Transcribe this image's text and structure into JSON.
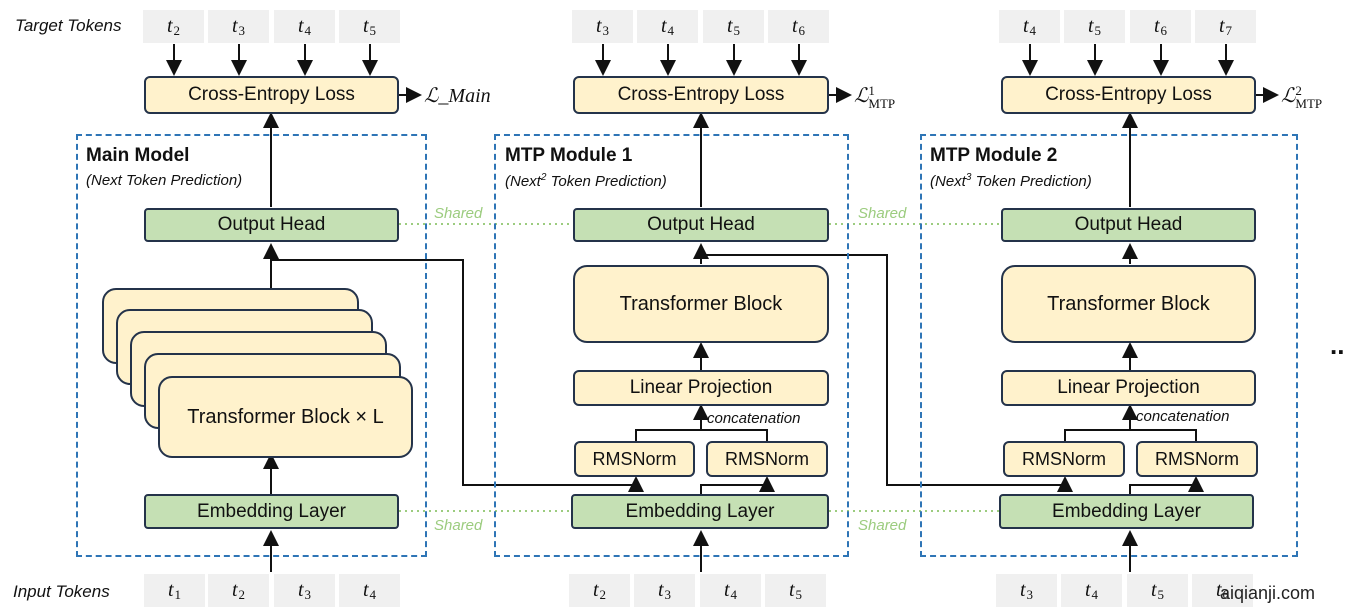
{
  "labels": {
    "target": "Target Tokens",
    "input": "Input Tokens"
  },
  "target_tokens": [
    [
      "2",
      "3",
      "4",
      "5"
    ],
    [
      "3",
      "4",
      "5",
      "6"
    ],
    [
      "4",
      "5",
      "6",
      "7"
    ]
  ],
  "input_tokens": [
    [
      "1",
      "2",
      "3",
      "4"
    ],
    [
      "2",
      "3",
      "4",
      "5"
    ],
    [
      "3",
      "4",
      "5",
      "6"
    ]
  ],
  "token_var": "t",
  "blocks": {
    "cross_entropy": "Cross-Entropy Loss",
    "output_head": "Output Head",
    "embedding": "Embedding Layer",
    "transformer_block": "Transformer Block",
    "transformer_stack": "Transformer Block × L",
    "linear_projection": "Linear Projection",
    "rmsnorm": "RMSNorm",
    "concatenation": "concatenation",
    "shared": "Shared"
  },
  "modules": [
    {
      "title": "Main Model",
      "subtitle": "(Next Token Prediction)",
      "loss": "ℒ_Main"
    },
    {
      "title": "MTP Module 1",
      "subtitle_pre": "(Next",
      "subtitle_sup": "2",
      "subtitle_post": " Token Prediction)",
      "loss_main": "ℒ",
      "loss_sub": "MTP",
      "loss_sup": "1"
    },
    {
      "title": "MTP Module 2",
      "subtitle_pre": "(Next",
      "subtitle_sup": "3",
      "subtitle_post": " Token Prediction)",
      "loss_main": "ℒ",
      "loss_sub": "MTP",
      "loss_sup": "2"
    }
  ],
  "ellipsis": "..",
  "watermark": "aiqianji.com",
  "colors": {
    "dashed_border": "#2e75b6",
    "yellow": "#fff2cc",
    "green": "#c5e0b4",
    "shared": "#9ccc7f"
  }
}
